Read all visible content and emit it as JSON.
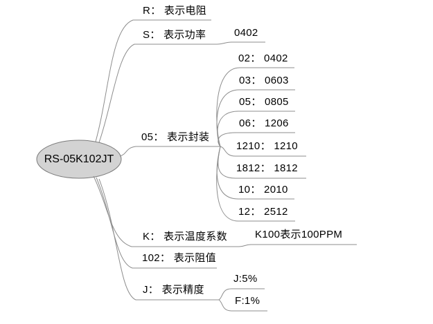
{
  "diagram": {
    "type": "mindmap",
    "colors": {
      "background": "#ffffff",
      "line": "#8c8c8c",
      "root_fill": "#d3d3d3",
      "root_border": "#7a7a7a",
      "text": "#000000"
    },
    "nodes": {
      "root": {
        "label": "RS-05K102JT",
        "children": [
          "r",
          "s",
          "pkg",
          "k",
          "r102",
          "j"
        ]
      },
      "r": {
        "label": "R： 表示电阻",
        "children": []
      },
      "s": {
        "label": "S： 表示功率",
        "children": [
          "s0402"
        ]
      },
      "s0402": {
        "label": "0402",
        "children": []
      },
      "pkg": {
        "label": "05： 表示封装",
        "children": [
          "pkg02",
          "pkg03",
          "pkg05",
          "pkg06",
          "pkg1210",
          "pkg1812",
          "pkg10",
          "pkg12"
        ]
      },
      "pkg02": {
        "label": "02： 0402",
        "children": []
      },
      "pkg03": {
        "label": "03： 0603",
        "children": []
      },
      "pkg05": {
        "label": "05： 0805",
        "children": []
      },
      "pkg06": {
        "label": "06： 1206",
        "children": []
      },
      "pkg1210": {
        "label": "1210： 1210",
        "children": []
      },
      "pkg1812": {
        "label": "1812： 1812",
        "children": []
      },
      "pkg10": {
        "label": "10： 2010",
        "children": []
      },
      "pkg12": {
        "label": "12： 2512",
        "children": []
      },
      "k": {
        "label": "K： 表示温度系数",
        "children": [
          "k100"
        ]
      },
      "k100": {
        "label": "K100表示100PPM",
        "children": []
      },
      "r102": {
        "label": "102： 表示阻值",
        "children": []
      },
      "j": {
        "label": "J： 表示精度",
        "children": [
          "j5",
          "f1"
        ]
      },
      "j5": {
        "label": "J:5%",
        "children": []
      },
      "f1": {
        "label": "F:1%",
        "children": []
      }
    }
  }
}
